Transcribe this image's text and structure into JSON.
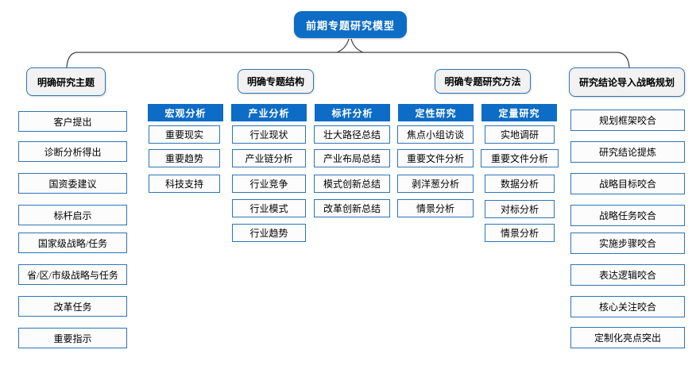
{
  "root": {
    "label": "前期专题研究模型"
  },
  "branches": [
    {
      "label": "明确研究主题"
    },
    {
      "label": "明确专题结构"
    },
    {
      "label": "明确专题研究方法"
    },
    {
      "label": "研究结论导入战略规划"
    }
  ],
  "topic_sources": {
    "items": [
      "客户提出",
      "诊断分析得出",
      "国资委建议",
      "标杆启示",
      "国家级战略/任务",
      "省/区/市级战略与任务",
      "改革任务",
      "重要指示"
    ]
  },
  "method_groups": [
    {
      "header": "宏观分析",
      "items": [
        "重要现实",
        "重要趋势",
        "科技支持"
      ]
    },
    {
      "header": "产业分析",
      "items": [
        "行业现状",
        "产业链分析",
        "行业竞争",
        "行业模式",
        "行业趋势"
      ]
    },
    {
      "header": "标杆分析",
      "items": [
        "壮大路径总结",
        "产业布局总结",
        "模式创新总结",
        "改革创新总结"
      ]
    },
    {
      "header": "定性研究",
      "items": [
        "焦点小组访谈",
        "重要文件分析",
        "剥洋葱分析",
        "情景分析"
      ]
    },
    {
      "header": "定量研究",
      "items": [
        "实地调研",
        "重要文件分析",
        "数据分析",
        "对标分析",
        "情景分析"
      ]
    }
  ],
  "integration_outputs": {
    "items": [
      "规划框架咬合",
      "研究结论提炼",
      "战略目标咬合",
      "战略任务咬合",
      "实施步骤咬合",
      "表达逻辑咬合",
      "核心关注咬合",
      "定制化亮点突出"
    ]
  },
  "colors": {
    "accent_blue": "#0d6cc5",
    "border_blue": "#2e75b6",
    "branch_fill": "#f2f2f2",
    "connector": "#404040"
  }
}
